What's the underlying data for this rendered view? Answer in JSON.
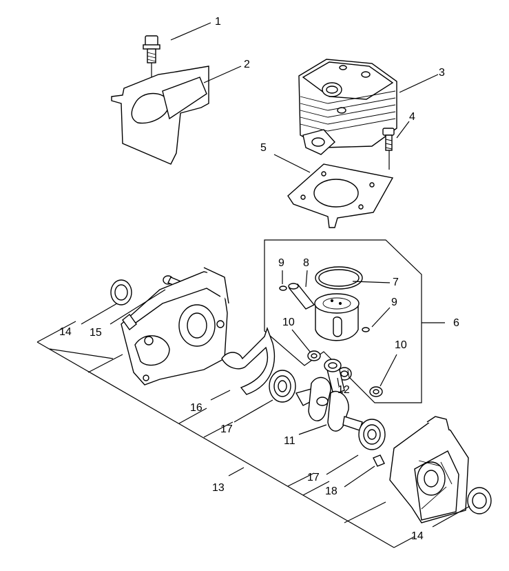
{
  "labels": {
    "p1": "1",
    "p2": "2",
    "p3": "3",
    "p4": "4",
    "p5": "5",
    "p6": "6",
    "p7": "7",
    "p8": "8",
    "p9a": "9",
    "p9b": "9",
    "p10a": "10",
    "p10b": "10",
    "p11": "11",
    "p12": "12",
    "p13": "13",
    "p14a": "14",
    "p14b": "14",
    "p15": "15",
    "p16": "16",
    "p17a": "17",
    "p17b": "17",
    "p18": "18"
  }
}
